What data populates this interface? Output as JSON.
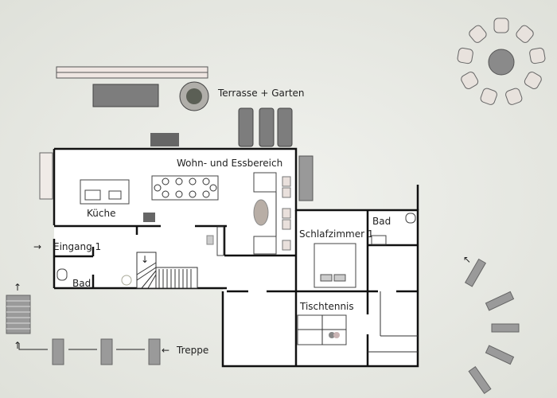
{
  "labels": {
    "terrace": "Terrasse + Garten",
    "living": "Wohn- und Essbereich",
    "kitchen": "Küche",
    "entrance": "Eingang 1",
    "bath_ground": "Bad",
    "bedroom": "Schlafzimmer 1",
    "bath_bedroom": "Bad",
    "table_tennis": "Tischtennis",
    "stairs": "Treppe"
  },
  "colors": {
    "background": "#e9eae6",
    "interior": "#ffffff",
    "walls": "#111111",
    "furniture_dark": "#7d7d7d",
    "cushion": "#e9e0dc"
  }
}
